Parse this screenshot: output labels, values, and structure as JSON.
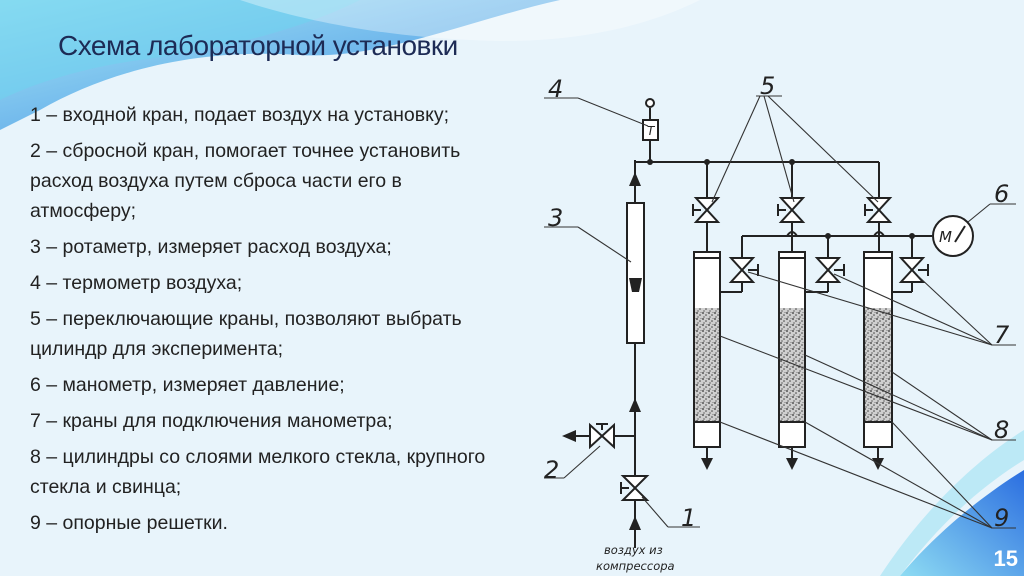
{
  "title": "Схема лабораторной установки",
  "legend": [
    {
      "text": "1 – входной кран, подает воздух на установку;"
    },
    {
      "text": "2 – сбросной кран, помогает точнее установить расход воздуха путем сброса части его в атмосферу;"
    },
    {
      "text": "3 – ротаметр, измеряет расход воздуха;"
    },
    {
      "text": "4 – термометр воздуха;"
    },
    {
      "text": "5 – переключающие краны, позволяют выбрать цилиндр для эксперимента;"
    },
    {
      "text": "6 – манометр, измеряет давление;"
    },
    {
      "text": "7 – краны для подключения манометра;"
    },
    {
      "text": "8 – цилиндры со слоями мелкого стекла, крупного стекла и свинца;"
    },
    {
      "text": "9 – опорные решетки."
    }
  ],
  "diagram": {
    "callouts": [
      "1",
      "2",
      "3",
      "4",
      "5",
      "6",
      "7",
      "8",
      "9"
    ],
    "inlet_caption_line1": "воздух из",
    "inlet_caption_line2": "компрессора",
    "manometer_symbol": "M",
    "thermometer_symbol": "T"
  },
  "page_number": "15",
  "colors": {
    "title": "#1d2b55",
    "wave_dark": "#1e6fd9",
    "wave_light": "#7ad3ef"
  }
}
